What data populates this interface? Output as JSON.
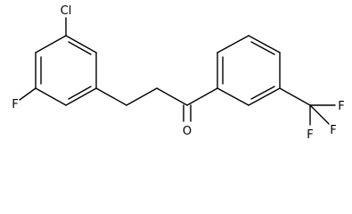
{
  "structure": {
    "atoms": {
      "chlorine": "Cl",
      "fluorine_ring": "F",
      "oxygen": "O",
      "fluorine_1": "F",
      "fluorine_2": "F",
      "fluorine_3": "F"
    }
  }
}
